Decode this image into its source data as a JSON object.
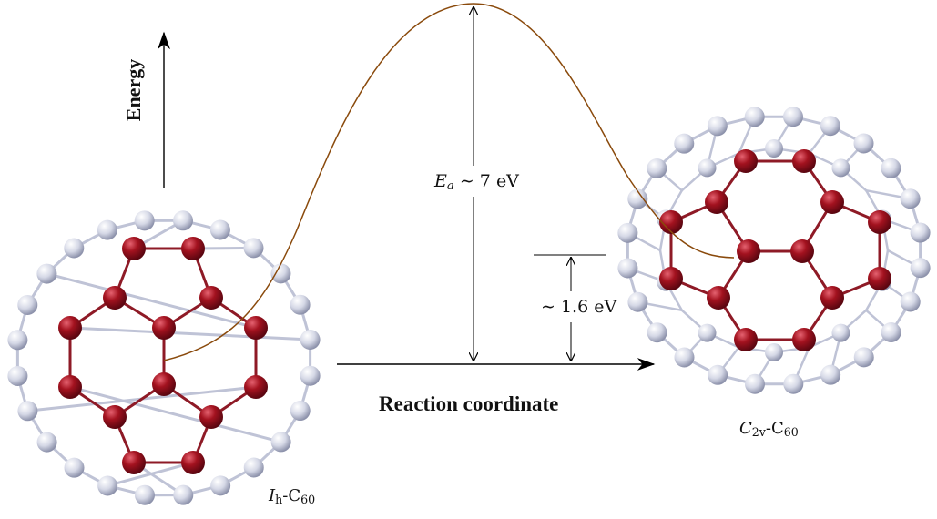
{
  "labels": {
    "energy": "Energy",
    "reaction_coordinate": "Reaction coordinate",
    "activation_energy_symbol": "E",
    "activation_energy_sub": "a",
    "activation_energy_value": " ∼ 7 eV",
    "delta_energy": "∼ 1.6 eV",
    "ih_symbol": "I",
    "ih_sub": "h",
    "ih_formula": "-C",
    "ih_formula_sub": "60",
    "c2v_symbol": "C",
    "c2v_sub": "2v",
    "c2v_formula": "-C",
    "c2v_formula_sub": "60"
  },
  "colors": {
    "curve": "#8a4a0c",
    "red_atom": "#a3121f",
    "red_bond": "#8e1a26",
    "grey_atom": "#d5d8e6",
    "grey_bond": "#bfc3d6",
    "arrow": "#000000"
  }
}
